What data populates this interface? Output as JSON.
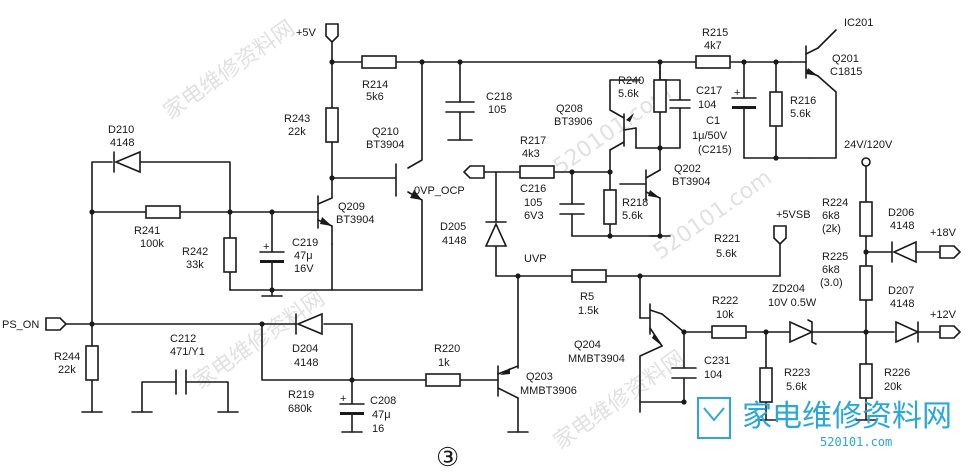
{
  "title_number": "③",
  "watermark": {
    "cn": "家电维修资料网",
    "url": "520101.com",
    "logo_text": "家电维修资料网",
    "logo_url": "520101.com"
  },
  "nets": {
    "vcc": "+5V",
    "ovp": "0VP_OCP",
    "uvp": "UVP",
    "vsb": "+5VSB",
    "ps_on": "PS_ON",
    "in_24": "24V/120V",
    "out_18": "+18V",
    "out_12": "+12V",
    "ic201": "IC201"
  },
  "components": {
    "r214": {
      "ref": "R214",
      "val": "5k6"
    },
    "r243": {
      "ref": "R243",
      "val": "22k"
    },
    "c218": {
      "ref": "C218",
      "val": "105"
    },
    "q210": {
      "ref": "Q210",
      "val": "BT3904"
    },
    "q209": {
      "ref": "Q209",
      "val": "BT3904"
    },
    "d210": {
      "ref": "D210",
      "val": "4148"
    },
    "r241": {
      "ref": "R241",
      "val": "100k"
    },
    "r242": {
      "ref": "R242",
      "val": "33k"
    },
    "c219": {
      "ref": "C219",
      "val1": "47μ",
      "val2": "16V"
    },
    "r215": {
      "ref": "R215",
      "val": "4k7"
    },
    "r240": {
      "ref": "R240",
      "val": "5.6k"
    },
    "c217": {
      "ref": "C217",
      "val": "104"
    },
    "q208": {
      "ref": "Q208",
      "val": "BT3906"
    },
    "c1": {
      "ref": "C1",
      "val1": "1μ/50V",
      "val2": "(C215)"
    },
    "r216": {
      "ref": "R216",
      "val": "5.6k"
    },
    "q201": {
      "ref": "Q201",
      "val": "C1815"
    },
    "r217": {
      "ref": "R217",
      "val": "4k3"
    },
    "c216": {
      "ref": "C216",
      "val1": "105",
      "val2": "6V3"
    },
    "q202": {
      "ref": "Q202",
      "val": "BT3904"
    },
    "r218": {
      "ref": "R218",
      "val": "5.6k"
    },
    "d205": {
      "ref": "D205",
      "val": "4148"
    },
    "r221": {
      "ref": "R221",
      "val": "5.6k"
    },
    "r224": {
      "ref": "R224",
      "val1": "6k8",
      "val2": "(2k)"
    },
    "r225": {
      "ref": "R225",
      "val1": "6k8",
      "val2": "(3.0)"
    },
    "d206": {
      "ref": "D206",
      "val": "4148"
    },
    "d207": {
      "ref": "D207",
      "val": "4148"
    },
    "r5": {
      "ref": "R5",
      "val": "1.5k"
    },
    "q204": {
      "ref": "Q204",
      "val": "MMBT3904"
    },
    "r222": {
      "ref": "R222",
      "val": "10k"
    },
    "zd204": {
      "ref": "ZD204",
      "val": "10V 0.5W"
    },
    "c231": {
      "ref": "C231",
      "val": "104"
    },
    "r223": {
      "ref": "R223",
      "val": "5.6k"
    },
    "r226": {
      "ref": "R226",
      "val": "20k"
    },
    "r244": {
      "ref": "R244",
      "val": "22k"
    },
    "c212": {
      "ref": "C212",
      "val": "471/Y1"
    },
    "d204": {
      "ref": "D204",
      "val": "4148"
    },
    "r219": {
      "ref": "R219",
      "val": "680k"
    },
    "c208": {
      "ref": "C208",
      "val1": "47μ",
      "val2": "16"
    },
    "r220": {
      "ref": "R220",
      "val": "1k"
    },
    "q203": {
      "ref": "Q203",
      "val": "MMBT3906"
    }
  }
}
